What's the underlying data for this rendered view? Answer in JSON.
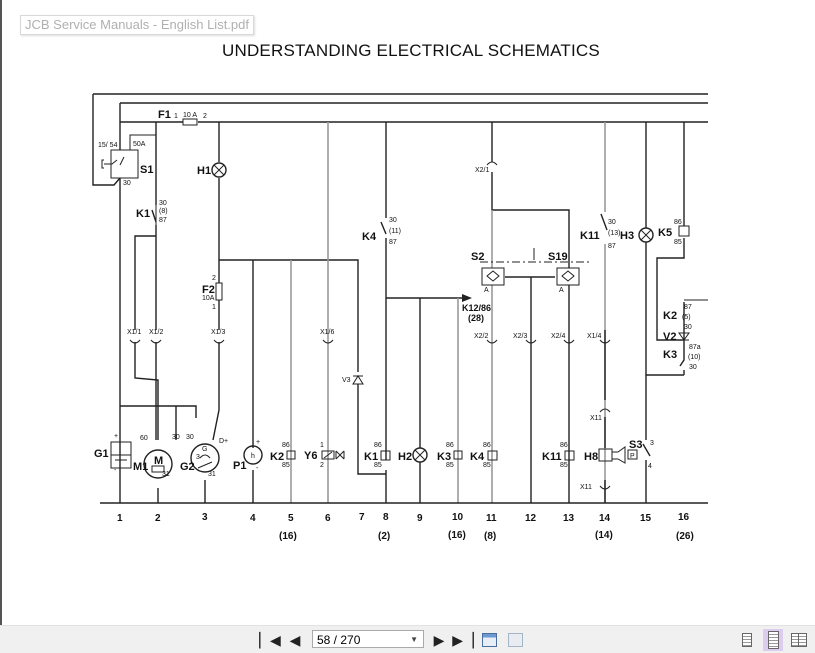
{
  "viewer": {
    "document_tab": "JCB Service Manuals - English List.pdf",
    "page_value": "58 / 270",
    "icons": [
      "first-page-icon",
      "previous-page-icon",
      "next-page-icon",
      "last-page-icon",
      "fit-page-icon",
      "fit-width-icon",
      "single-page-view-icon",
      "continuous-view-icon",
      "two-page-view-icon"
    ]
  },
  "schematic": {
    "title": "UNDERSTANDING ELECTRICAL SCHEMATICS",
    "columns": [
      "1",
      "2",
      "3",
      "4",
      "5",
      "6",
      "7",
      "8",
      "9",
      "10",
      "11",
      "12",
      "13",
      "14",
      "15",
      "16"
    ],
    "column_refs": {
      "c5": "(16)",
      "c8": "(2)",
      "c10": "(16)",
      "c11": "(8)",
      "c14": "(14)",
      "c16": "(26)"
    },
    "components": {
      "F1": "F1",
      "S1": "S1",
      "H1": "H1",
      "K1": "K1",
      "K4": "K4",
      "S2": "S2",
      "S19": "S19",
      "K11": "K11",
      "H3": "H3",
      "K5": "K5",
      "K2": "K2",
      "V2": "V2",
      "K3": "K3",
      "F2": "F2",
      "V3": "V3",
      "G1": "G1",
      "M1": "M1",
      "G2": "G2",
      "P1": "P1",
      "K2b": "K2",
      "Y6": "Y6",
      "K1b": "K1",
      "H2": "H2",
      "K3b": "K3",
      "K4b": "K4",
      "K11b": "K11",
      "H8": "H8",
      "S3": "S3"
    },
    "pins": {
      "f1_1": "1",
      "f1_rating": "10 A",
      "f1_2": "2",
      "s1_1554": "15/ 54",
      "s1_50a": "50A",
      "s1_30": "30",
      "k1_30": "30",
      "k1_ref": "(8)",
      "k1_87": "87",
      "k4_30": "30",
      "k4_ref": "(11)",
      "k4_87": "87",
      "k11_30": "30",
      "k11_ref": "(13)",
      "k11_87": "87",
      "k5_86": "86",
      "k5_85": "85",
      "k2_87": "87",
      "k2_ref": "(5)",
      "k2_30": "30",
      "k3_87a": "87a",
      "k3_ref": "(10)",
      "k3_30": "30",
      "f2_2": "2",
      "f2_rating": "10A",
      "f2_1": "1",
      "k12": "K12/86",
      "k12_ref": "(28)",
      "x1_1": "X1/1",
      "x1_2": "X1/2",
      "x1_3": "X1/3",
      "x1_6": "X1/6",
      "x2_1": "X2/1",
      "x2_2": "X2/2",
      "x2_3": "X2/3",
      "x2_4": "X2/4",
      "x1_4": "X1/4",
      "x11a": "X11",
      "x11b": "X11",
      "s2_a": "A",
      "s19_a": "A",
      "g1_plus": "+",
      "g1_minus": "-",
      "m1_60": "60",
      "m1_30": "30",
      "m1_31": "31",
      "m1_m": "M",
      "g2_30": "30",
      "g2_dplus": "D+",
      "g2_g": "G",
      "g2_3": "3",
      "g2_31": "31",
      "p1_plus": "+",
      "p1_minus": "-",
      "p1_h": "h",
      "k2b_86": "86",
      "k2b_85": "85",
      "y6_1": "1",
      "y6_2": "2",
      "k1b_86": "86",
      "k1b_85": "85",
      "k3b_86": "86",
      "k3b_85": "85",
      "k4b_86": "86",
      "k4b_85": "85",
      "k11b_86": "86",
      "k11b_85": "85",
      "s3_3": "3",
      "s3_4": "4",
      "s3_p": "P"
    }
  }
}
